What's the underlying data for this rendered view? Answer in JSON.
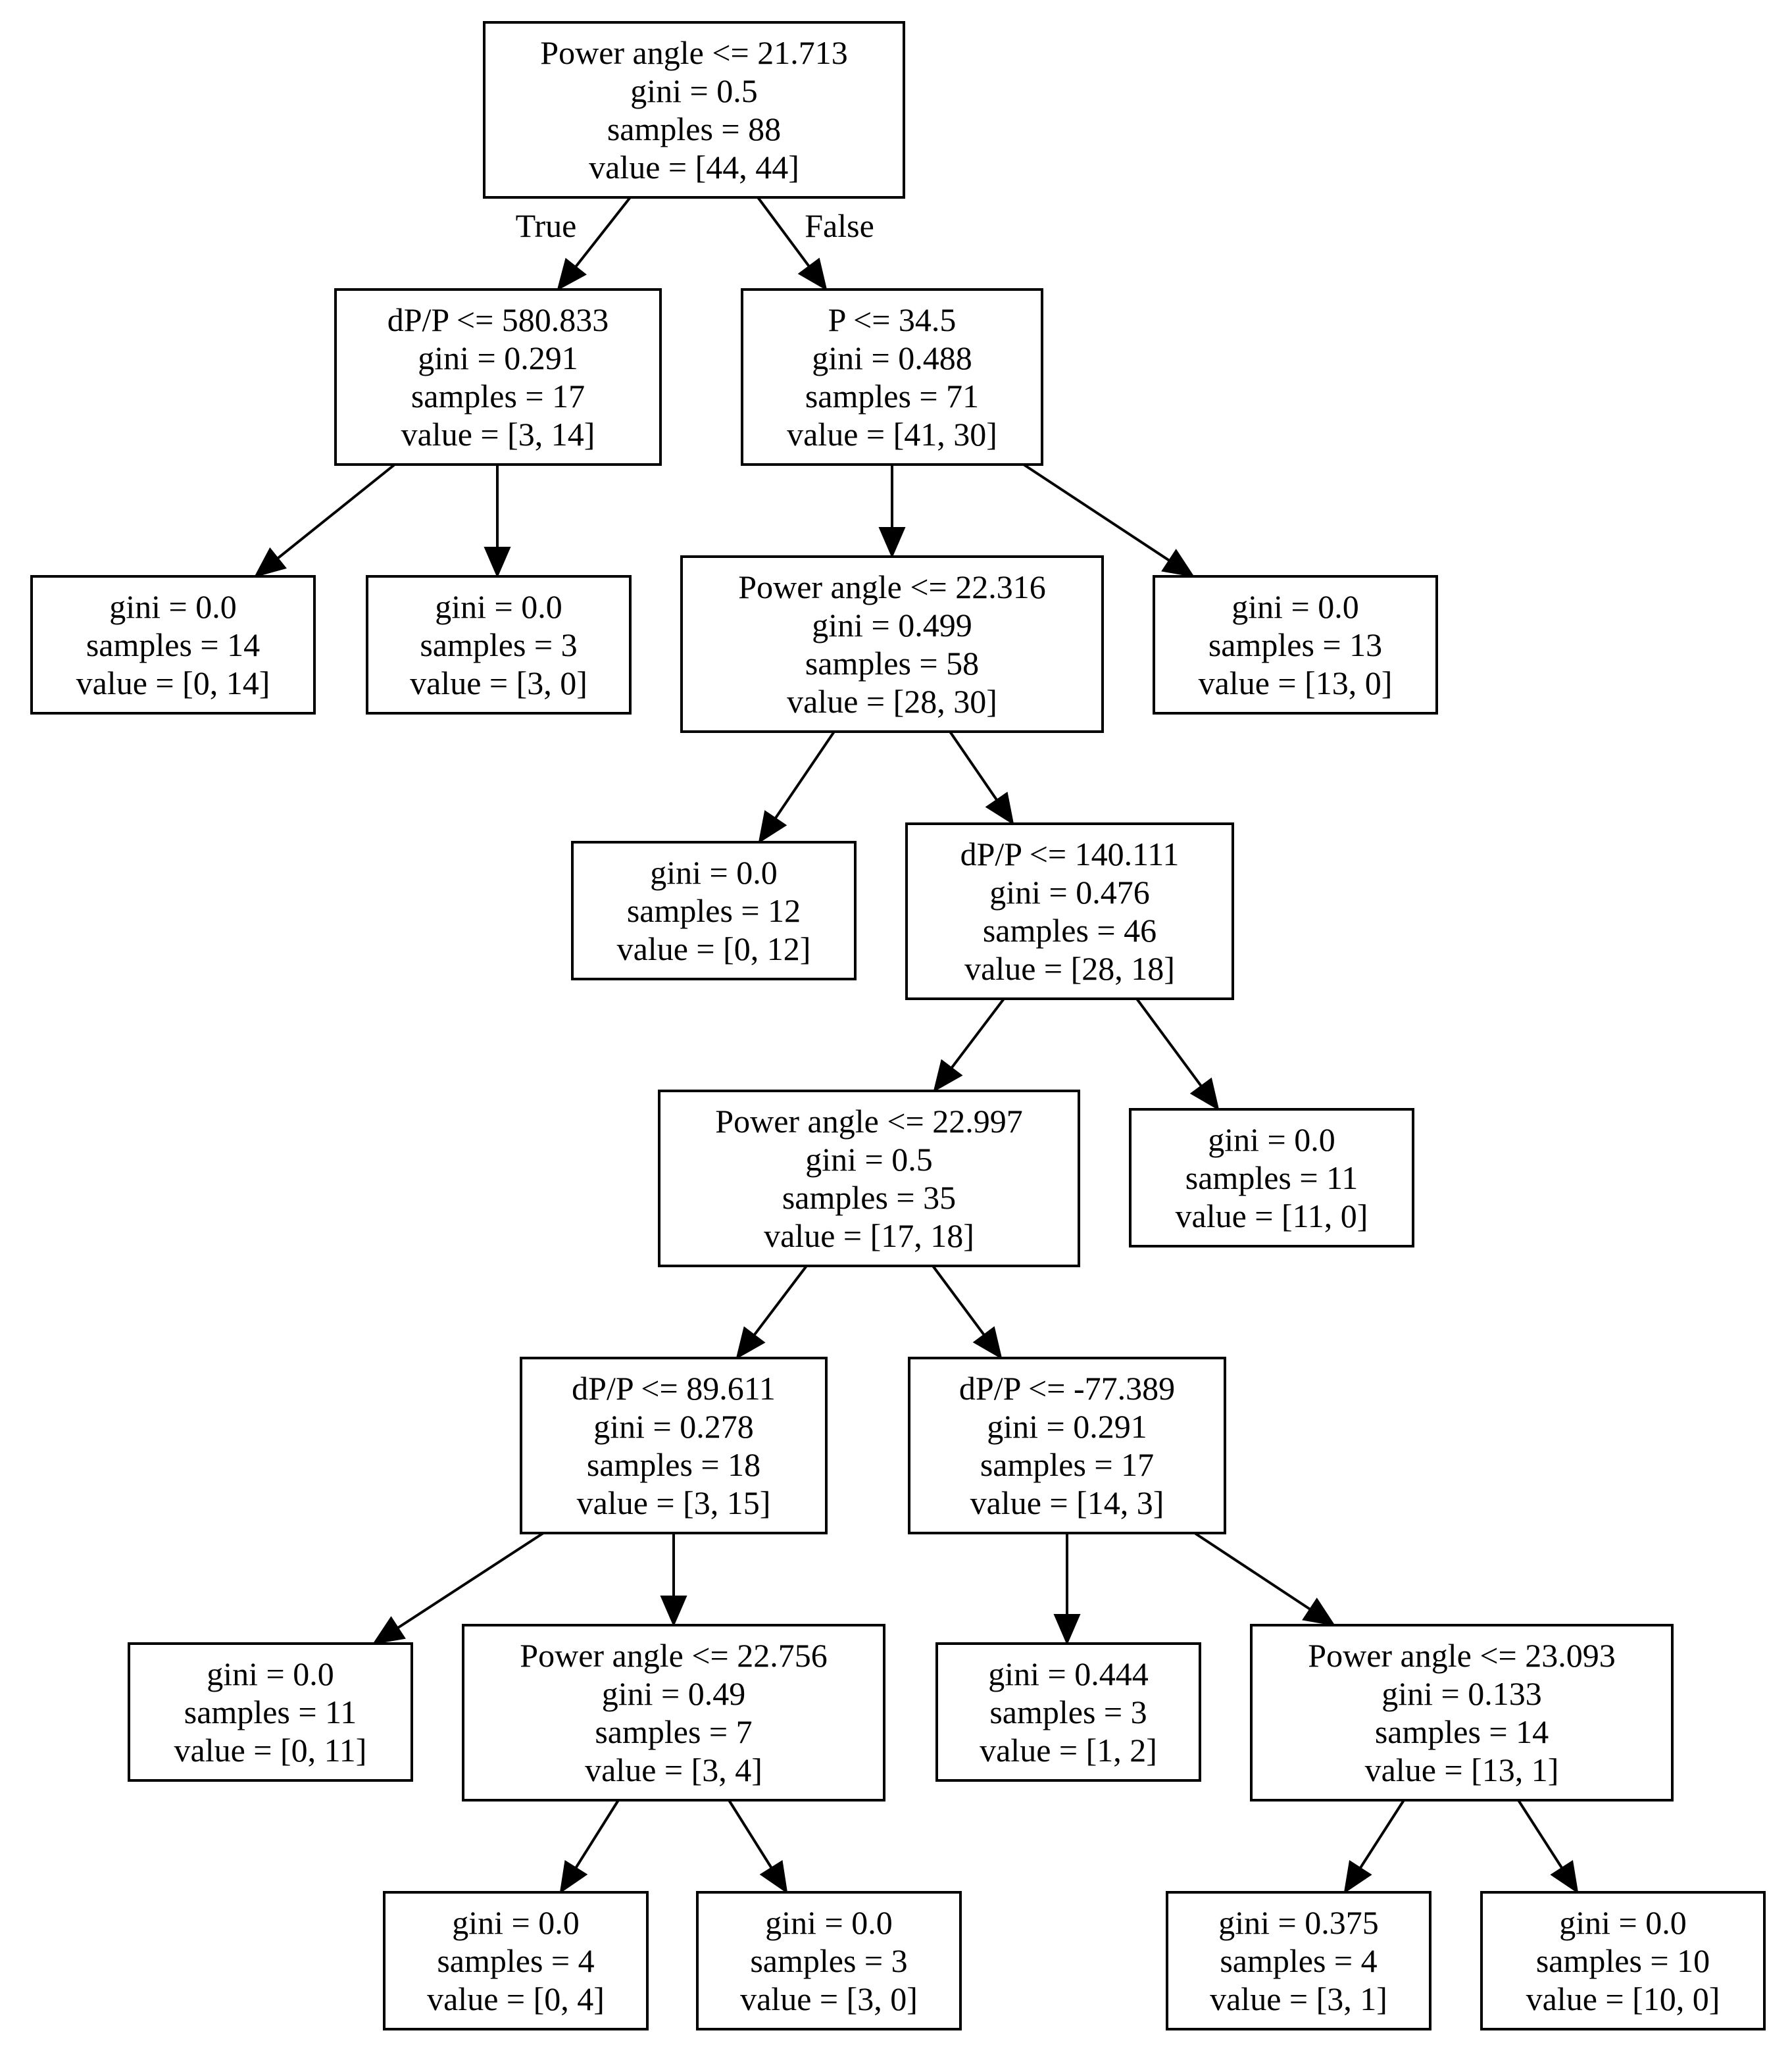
{
  "tree": {
    "nodes": [
      {
        "id": "n0",
        "lines": [
          "Power angle <= 21.713",
          "gini = 0.5",
          "samples = 88",
          "value = [44, 44]"
        ]
      },
      {
        "id": "n1",
        "lines": [
          "dP/P <= 580.833",
          "gini = 0.291",
          "samples = 17",
          "value = [3, 14]"
        ]
      },
      {
        "id": "n2",
        "lines": [
          "P <= 34.5",
          "gini = 0.488",
          "samples = 71",
          "value = [41, 30]"
        ]
      },
      {
        "id": "n3",
        "lines": [
          "gini = 0.0",
          "samples = 14",
          "value = [0, 14]"
        ]
      },
      {
        "id": "n4",
        "lines": [
          "gini = 0.0",
          "samples = 3",
          "value = [3, 0]"
        ]
      },
      {
        "id": "n5",
        "lines": [
          "Power angle <= 22.316",
          "gini = 0.499",
          "samples = 58",
          "value = [28, 30]"
        ]
      },
      {
        "id": "n6",
        "lines": [
          "gini = 0.0",
          "samples = 13",
          "value = [13, 0]"
        ]
      },
      {
        "id": "n7",
        "lines": [
          "gini = 0.0",
          "samples = 12",
          "value = [0, 12]"
        ]
      },
      {
        "id": "n8",
        "lines": [
          "dP/P <= 140.111",
          "gini = 0.476",
          "samples = 46",
          "value = [28, 18]"
        ]
      },
      {
        "id": "n9",
        "lines": [
          "Power angle <= 22.997",
          "gini = 0.5",
          "samples = 35",
          "value = [17, 18]"
        ]
      },
      {
        "id": "n10",
        "lines": [
          "gini = 0.0",
          "samples = 11",
          "value = [11, 0]"
        ]
      },
      {
        "id": "n11",
        "lines": [
          "dP/P <= 89.611",
          "gini = 0.278",
          "samples = 18",
          "value = [3, 15]"
        ]
      },
      {
        "id": "n12",
        "lines": [
          "dP/P <= -77.389",
          "gini = 0.291",
          "samples = 17",
          "value = [14, 3]"
        ]
      },
      {
        "id": "n13",
        "lines": [
          "gini = 0.0",
          "samples = 11",
          "value = [0, 11]"
        ]
      },
      {
        "id": "n14",
        "lines": [
          "Power angle <= 22.756",
          "gini = 0.49",
          "samples = 7",
          "value = [3, 4]"
        ]
      },
      {
        "id": "n15",
        "lines": [
          "gini = 0.444",
          "samples = 3",
          "value = [1, 2]"
        ]
      },
      {
        "id": "n16",
        "lines": [
          "Power angle <= 23.093",
          "gini = 0.133",
          "samples = 14",
          "value = [13, 1]"
        ]
      },
      {
        "id": "n17",
        "lines": [
          "gini = 0.0",
          "samples = 4",
          "value = [0, 4]"
        ]
      },
      {
        "id": "n18",
        "lines": [
          "gini = 0.0",
          "samples = 3",
          "value = [3, 0]"
        ]
      },
      {
        "id": "n19",
        "lines": [
          "gini = 0.375",
          "samples = 4",
          "value = [3, 1]"
        ]
      },
      {
        "id": "n20",
        "lines": [
          "gini = 0.0",
          "samples = 10",
          "value = [10, 0]"
        ]
      }
    ],
    "edges": [
      {
        "from": "n0",
        "to": "n1",
        "label": "True"
      },
      {
        "from": "n0",
        "to": "n2",
        "label": "False"
      },
      {
        "from": "n1",
        "to": "n3",
        "label": ""
      },
      {
        "from": "n1",
        "to": "n4",
        "label": ""
      },
      {
        "from": "n2",
        "to": "n5",
        "label": ""
      },
      {
        "from": "n2",
        "to": "n6",
        "label": ""
      },
      {
        "from": "n5",
        "to": "n7",
        "label": ""
      },
      {
        "from": "n5",
        "to": "n8",
        "label": ""
      },
      {
        "from": "n8",
        "to": "n9",
        "label": ""
      },
      {
        "from": "n8",
        "to": "n10",
        "label": ""
      },
      {
        "from": "n9",
        "to": "n11",
        "label": ""
      },
      {
        "from": "n9",
        "to": "n12",
        "label": ""
      },
      {
        "from": "n11",
        "to": "n13",
        "label": ""
      },
      {
        "from": "n11",
        "to": "n14",
        "label": ""
      },
      {
        "from": "n12",
        "to": "n15",
        "label": ""
      },
      {
        "from": "n12",
        "to": "n16",
        "label": ""
      },
      {
        "from": "n14",
        "to": "n17",
        "label": ""
      },
      {
        "from": "n14",
        "to": "n18",
        "label": ""
      },
      {
        "from": "n16",
        "to": "n19",
        "label": ""
      },
      {
        "from": "n16",
        "to": "n20",
        "label": ""
      }
    ]
  }
}
